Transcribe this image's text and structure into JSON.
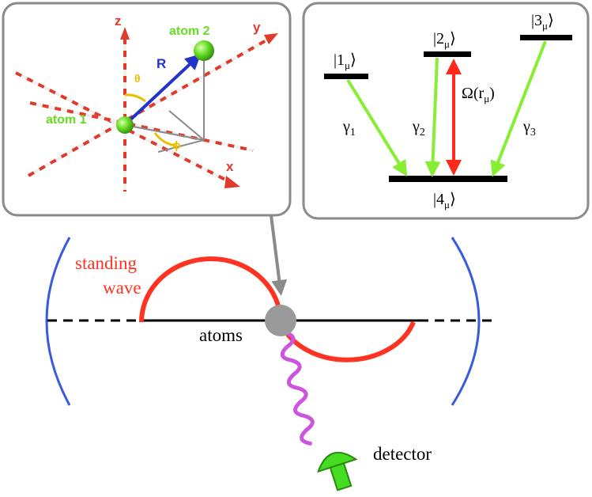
{
  "colors": {
    "panel_border": "#8a8a8a",
    "standing_wave": "#ff3322",
    "mirror": "#3a5be0",
    "photon": "#cc55dd",
    "detector": "#44dd22",
    "atoms_disk": "#9a9a9a",
    "decay": "#88ee33",
    "drive": "#ff2a1a",
    "axis_red": "#e03a2a",
    "axis_white": "#f0f0f0",
    "r_vector": "#2233cc",
    "atom_label": "#66dd22",
    "angle_arc": "#e8c000"
  },
  "geometry_panel": {
    "axis_z": "z",
    "axis_y": "y",
    "axis_x": "x",
    "atom1_label": "atom 1",
    "atom2_label": "atom 2",
    "r_label": "R",
    "theta_label": "θ",
    "phi_label": "ϕ"
  },
  "level_panel": {
    "level1": "|1",
    "level2": "|2",
    "level3": "|3",
    "level4": "|4",
    "sub": "μ",
    "ket_close": "⟩",
    "gamma1": "γ",
    "gamma1_sub": "1",
    "gamma2": "γ",
    "gamma2_sub": "2",
    "gamma3": "γ",
    "gamma3_sub": "3",
    "rabi_prefix": "Ω(r",
    "rabi_sub": "μ",
    "rabi_suffix": ")"
  },
  "cavity": {
    "standing_label_line1": "standing",
    "standing_label_line2": "wave",
    "atoms_label": "atoms",
    "detector_label": "detector"
  }
}
